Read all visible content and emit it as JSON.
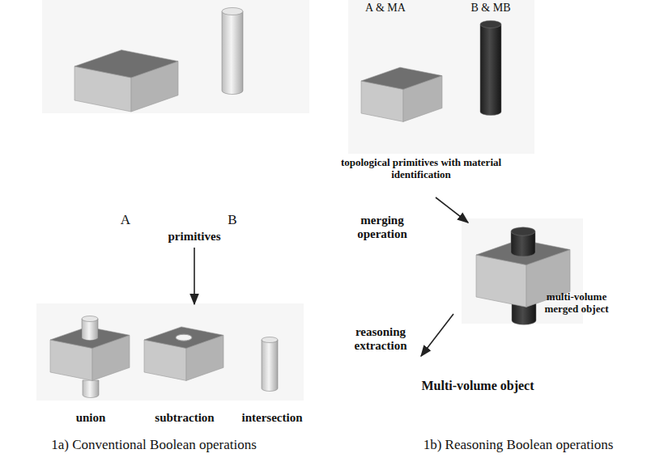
{
  "diagram": {
    "labels": [
      "A",
      "B",
      "primitives",
      "union",
      "subtraction",
      "intersection",
      "A & MA",
      "B & MB",
      "topological primitives with material identification",
      "merging operation",
      "multi-volume merged object",
      "reasoning extraction",
      "Multi-volume object",
      "1a) Conventional Boolean operations",
      "1b) Reasoning Boolean operations"
    ]
  }
}
